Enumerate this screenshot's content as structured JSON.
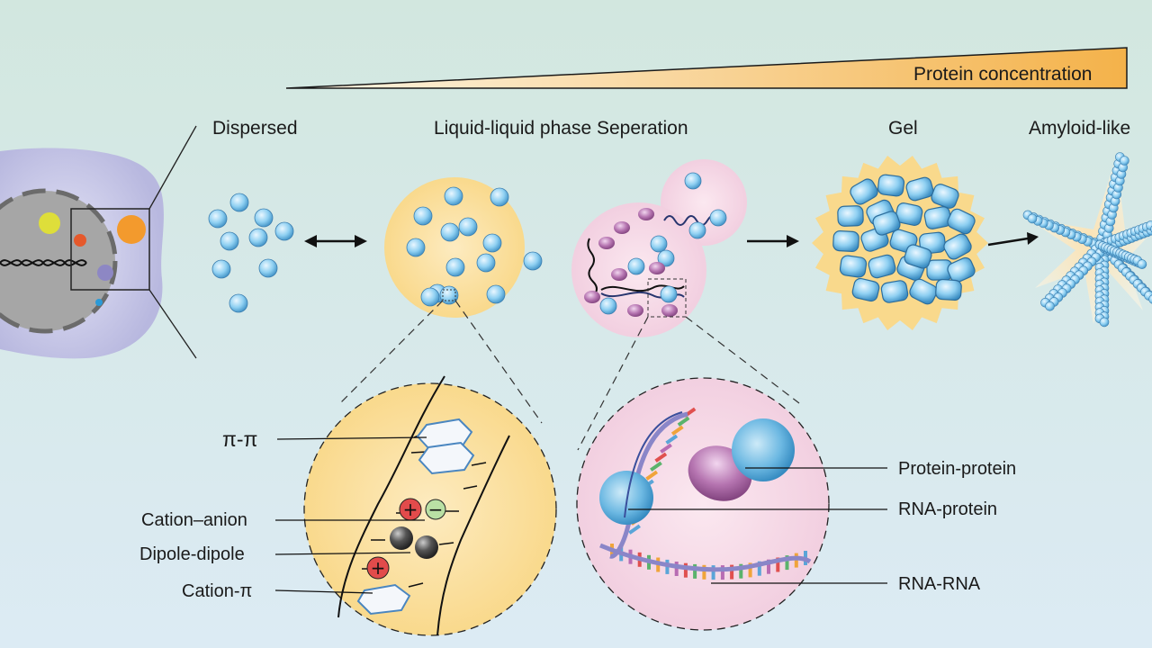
{
  "gradient_label": "Protein concentration",
  "stages": {
    "dispersed": "Dispersed",
    "llps": "Liquid-liquid phase Seperation",
    "gel": "Gel",
    "amyloid": "Amyloid-like"
  },
  "interactions_left": {
    "pi_pi": "π-π",
    "cation_anion": "Cation–anion",
    "dipole_dipole": "Dipole-dipole",
    "cation_pi": "Cation-π"
  },
  "interactions_right": {
    "protein_protein": "Protein-protein",
    "rna_protein": "RNA-protein",
    "rna_rna": "RNA-RNA"
  },
  "charges": {
    "plus": "+",
    "minus": "−"
  },
  "colors": {
    "bg_top": "#d2e7df",
    "bg_bottom": "#dcebf4",
    "droplet_fill": "#fbe2a5",
    "rna_droplet_fill": "#f6d9e6",
    "protein_blue": "#5fb2e0",
    "protein_purple": "#a35a9f",
    "gradient_end": "#f4b24a",
    "cell_fill": "#c4c4e6",
    "nucleus_fill": "#a9a9a9",
    "cation_red": "#e24b4b",
    "anion_green": "#b9e0a4"
  }
}
